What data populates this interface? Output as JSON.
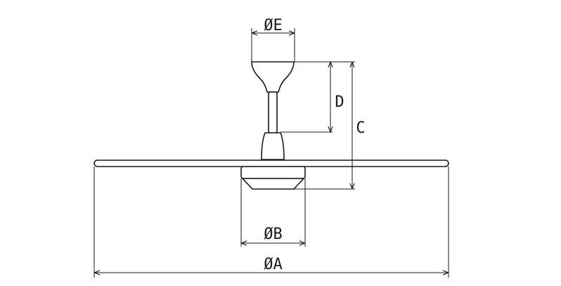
{
  "diagram": {
    "dimensions": {
      "a": "ØA",
      "b": "ØB",
      "c": "C",
      "d": "D",
      "e": "ØE"
    }
  },
  "colors": {
    "line": "#1a1a1a",
    "background": "#ffffff"
  }
}
